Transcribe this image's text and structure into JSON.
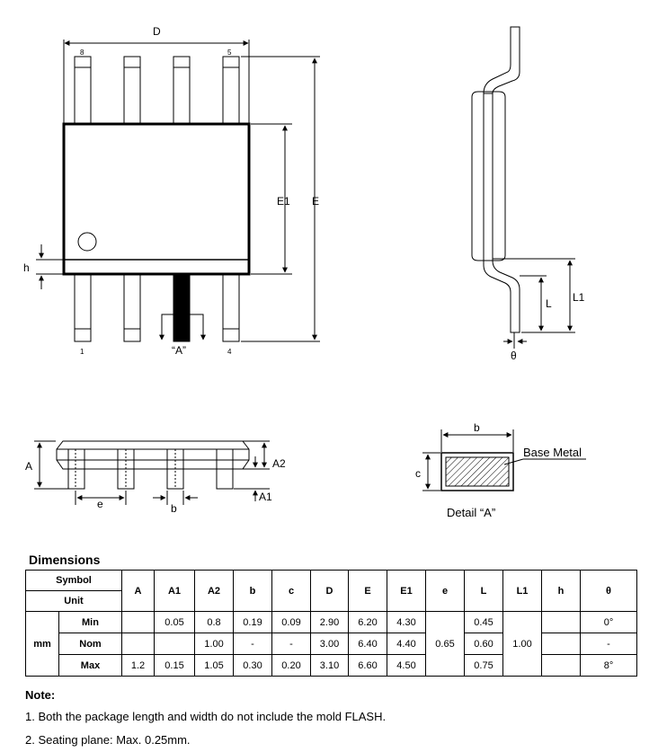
{
  "drawing_labels": {
    "D": "D",
    "E": "E",
    "E1": "E1",
    "h": "h",
    "L": "L",
    "L1": "L1",
    "theta": "θ",
    "A": "A",
    "A1": "A1",
    "A2": "A2",
    "e": "e",
    "b_bottom": "b",
    "b_detail": "b",
    "c": "c",
    "pin8": "8",
    "pin5": "5",
    "pin1": "1",
    "pin4": "4",
    "A_callout": "“A”",
    "base_metal": "Base Metal",
    "detail_A": "Detail  “A”"
  },
  "dimensions": {
    "title": "Dimensions",
    "header": {
      "symbol": "Symbol",
      "unit": "Unit",
      "symbols": [
        "A",
        "A1",
        "A2",
        "b",
        "c",
        "D",
        "E",
        "E1",
        "e",
        "L",
        "L1",
        "h",
        "θ"
      ]
    },
    "unit_value": "mm",
    "rows": [
      {
        "label": "Min",
        "cells": [
          "",
          "0.05",
          "0.8",
          "0.19",
          "0.09",
          "2.90",
          "6.20",
          "4.30",
          null,
          "0.45",
          null,
          "",
          "0°"
        ]
      },
      {
        "label": "Nom",
        "cells": [
          "",
          "",
          "1.00",
          "-",
          "-",
          "3.00",
          "6.40",
          "4.40",
          null,
          "0.60",
          null,
          "",
          "-"
        ]
      },
      {
        "label": "Max",
        "cells": [
          "1.2",
          "0.15",
          "1.05",
          "0.30",
          "0.20",
          "3.10",
          "6.60",
          "4.50",
          null,
          "0.75",
          null,
          "",
          "8°"
        ]
      }
    ],
    "e_value": "0.65",
    "L1_value": "1.00"
  },
  "notes": {
    "title": "Note:",
    "items": [
      "1. Both the package length and width do not include the mold FLASH.",
      "2. Seating plane: Max. 0.25mm."
    ]
  }
}
